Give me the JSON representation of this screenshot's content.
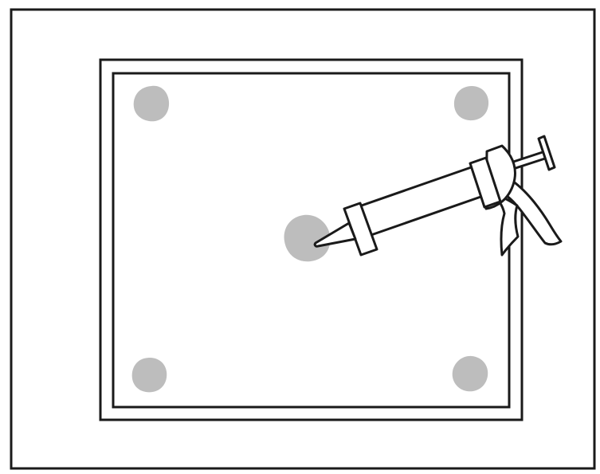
{
  "colors": {
    "background": "#ffffff",
    "line": "#1a1a1a",
    "adhesive_dot": "#bdbdbd",
    "gun_fill": "#ffffff"
  },
  "diagram": {
    "outer_frame": {
      "shape": "rectangle",
      "border": "single"
    },
    "panel": {
      "shape": "square",
      "border": "double"
    },
    "adhesive_dots": [
      {
        "position": "top-left",
        "icon": "adhesive-dot"
      },
      {
        "position": "top-right",
        "icon": "adhesive-dot"
      },
      {
        "position": "center",
        "icon": "adhesive-dot"
      },
      {
        "position": "bottom-left",
        "icon": "adhesive-dot"
      },
      {
        "position": "bottom-right",
        "icon": "adhesive-dot"
      }
    ],
    "tool": {
      "icon": "caulking-gun-icon",
      "applying_to": "center"
    }
  }
}
